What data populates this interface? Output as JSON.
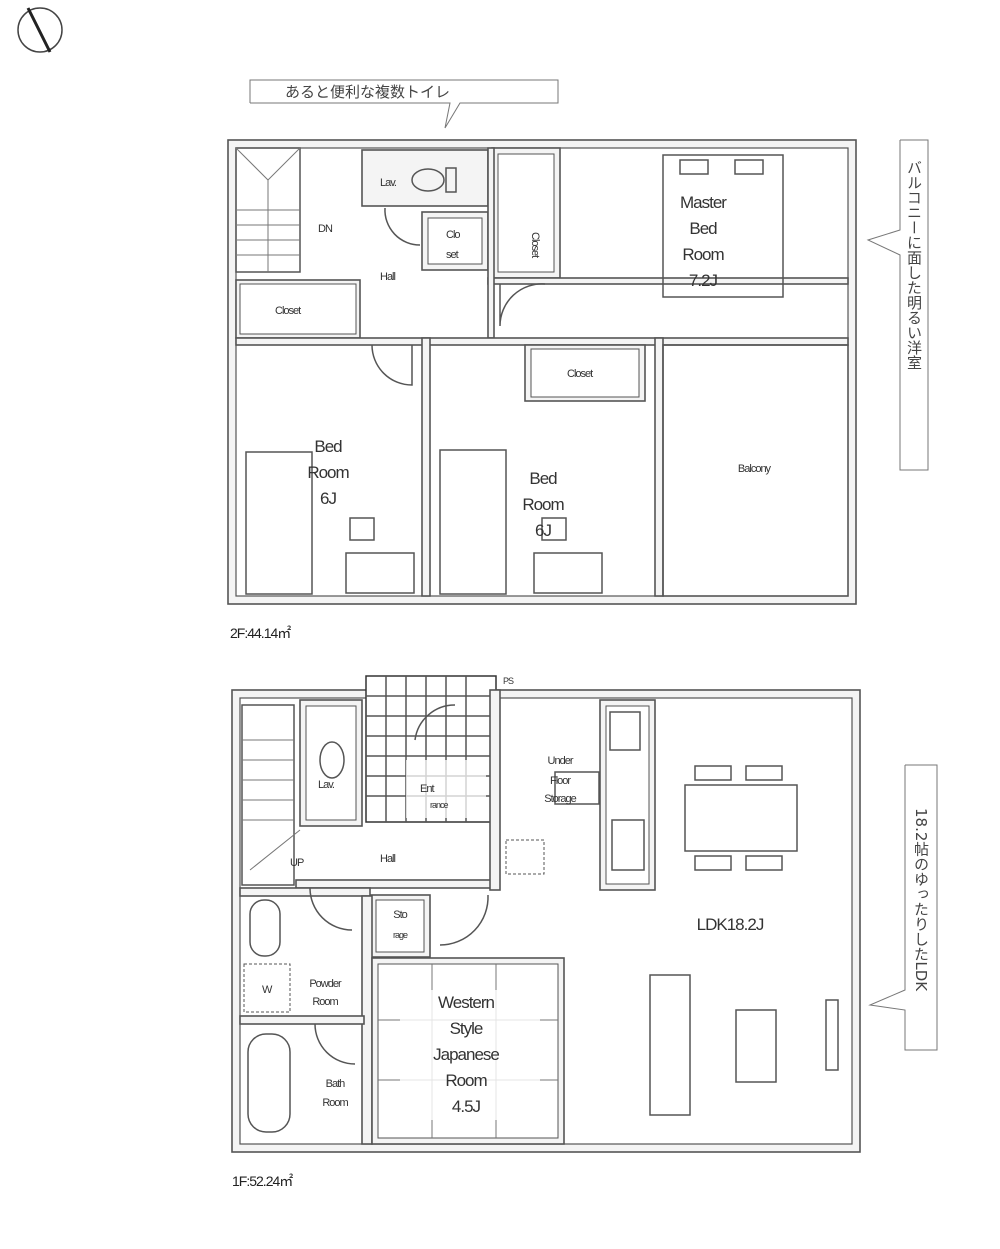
{
  "callouts": {
    "top": "あると便利な複数トイレ",
    "right_2f": "バルコニーに面した明るい洋室",
    "right_1f": "18.2帖のゆったりしたLDK"
  },
  "floor2": {
    "area": "2F:44.14㎡",
    "rooms": {
      "lav": "Lav.",
      "closet_small": [
        "Clo",
        "set"
      ],
      "closet_master": "Closet",
      "closet_hall": "Closet",
      "closet_bed2": "Closet",
      "stairs": "DN",
      "hall": "Hall",
      "master": [
        "Master",
        "Bed",
        "Room",
        "7.2J"
      ],
      "bed1": [
        "Bed",
        "Room",
        "6J"
      ],
      "bed2": [
        "Bed",
        "Room",
        "6J"
      ],
      "balcony": "Balcony"
    }
  },
  "floor1": {
    "area": "1F:52.24㎡",
    "rooms": {
      "lav": "Lav.",
      "entrance": [
        "Ent",
        "rance"
      ],
      "hall": "Hall",
      "stairs": "UP",
      "ps": "PS",
      "under_floor": [
        "Under",
        "Floor",
        "Storage"
      ],
      "storage": [
        "Sto",
        "rage"
      ],
      "powder": [
        "Powder",
        "Room"
      ],
      "washer": "W",
      "bath": [
        "Bath",
        "Room"
      ],
      "japanese": [
        "Western",
        "Style",
        "Japanese",
        "Room",
        "4.5J"
      ],
      "ldk": "LDK18.2J"
    }
  },
  "north_icon": "north-arrow-icon"
}
